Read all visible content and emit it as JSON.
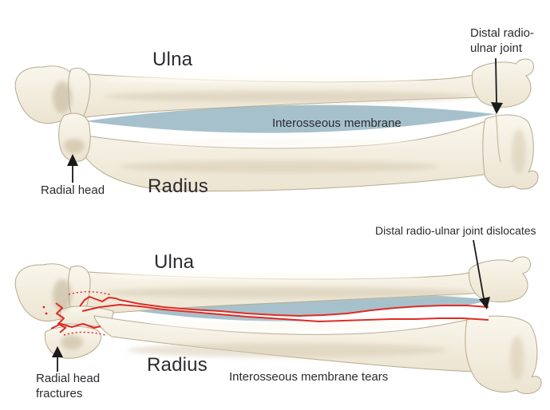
{
  "colors": {
    "membrane_blue": "#a6c1cb",
    "injury_red": "#df2b23",
    "bone_cream": "#f3eddd",
    "bone_outline": "#b7aa90",
    "text_dark": "#2b2b30",
    "arrow_black": "#1a1a1a"
  },
  "figure_normal": {
    "ulna_label": "Ulna",
    "radius_label": "Radius",
    "radial_head_label": "Radial head",
    "distal_joint_label": "Distal radio-\nulnar joint",
    "membrane_label": "Interosseous membrane"
  },
  "figure_injured": {
    "ulna_label": "Ulna",
    "radius_label": "Radius",
    "radial_head_label": "Radial head\nfractures",
    "distal_joint_label": "Distal radio-ulnar joint dislocates",
    "membrane_label": "Interosseous membrane tears"
  }
}
